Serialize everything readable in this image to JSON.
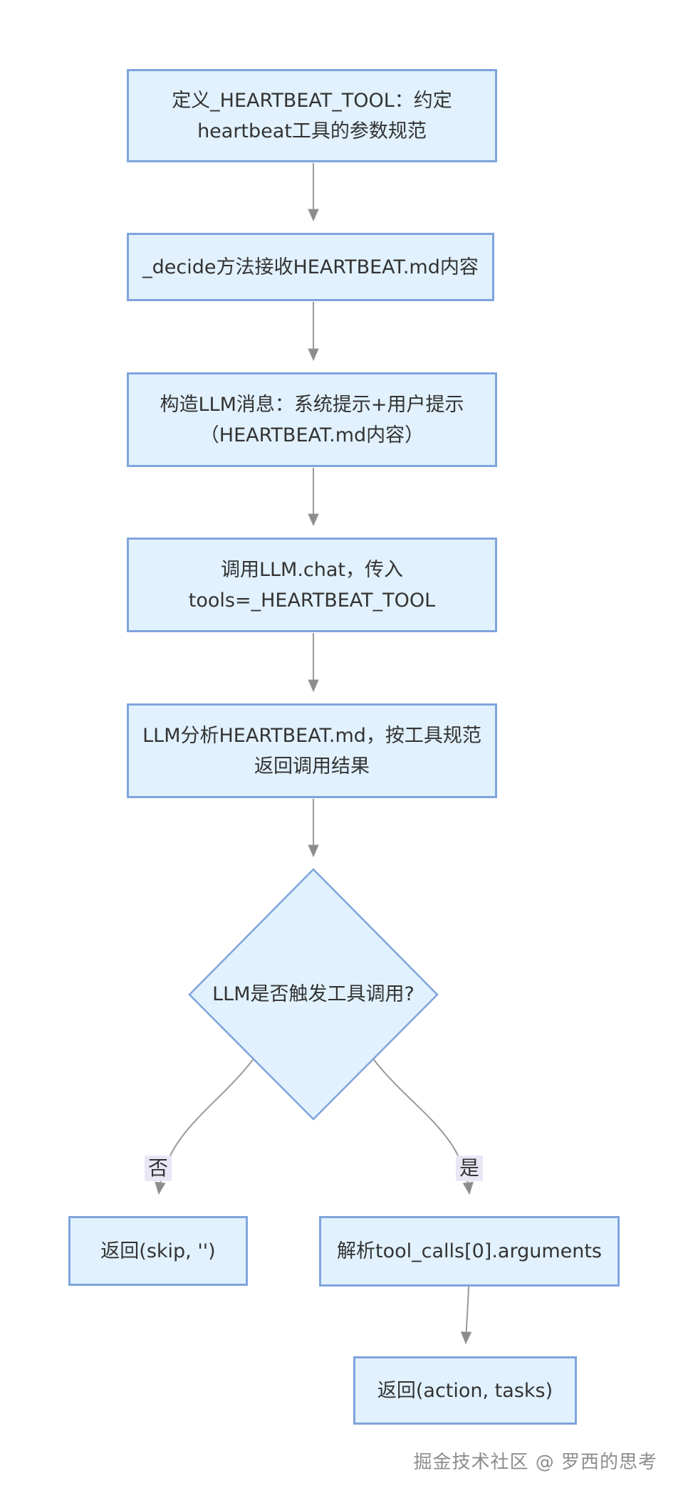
{
  "flowchart": {
    "nodes": [
      {
        "id": "define_tool",
        "type": "rect",
        "label": "定义_HEARTBEAT_TOOL：约定\nheartbeat工具的参数规范"
      },
      {
        "id": "decide",
        "type": "rect",
        "label": "_decide方法接收HEARTBEAT.md内容"
      },
      {
        "id": "build_msg",
        "type": "rect",
        "label": "构造LLM消息：系统提示+用户提示\n（HEARTBEAT.md内容）"
      },
      {
        "id": "call_llm",
        "type": "rect",
        "label": "调用LLM.chat，传入\ntools=_HEARTBEAT_TOOL"
      },
      {
        "id": "llm_analyze",
        "type": "rect",
        "label": "LLM分析HEARTBEAT.md，按工具规范\n返回调用结果"
      },
      {
        "id": "decision",
        "type": "diamond",
        "label": "LLM是否触发工具调用?"
      },
      {
        "id": "return_skip",
        "type": "rect",
        "label": "返回(skip, '')"
      },
      {
        "id": "parse_args",
        "type": "rect",
        "label": "解析tool_calls[0].arguments"
      },
      {
        "id": "return_action",
        "type": "rect",
        "label": "返回(action, tasks)"
      }
    ],
    "edges": [
      {
        "from": "define_tool",
        "to": "decide",
        "label": ""
      },
      {
        "from": "decide",
        "to": "build_msg",
        "label": ""
      },
      {
        "from": "build_msg",
        "to": "call_llm",
        "label": ""
      },
      {
        "from": "call_llm",
        "to": "llm_analyze",
        "label": ""
      },
      {
        "from": "llm_analyze",
        "to": "decision",
        "label": ""
      },
      {
        "from": "decision",
        "to": "return_skip",
        "label": "否"
      },
      {
        "from": "decision",
        "to": "parse_args",
        "label": "是"
      },
      {
        "from": "parse_args",
        "to": "return_action",
        "label": ""
      }
    ],
    "colors": {
      "node_fill": "#e1f1fd",
      "node_border": "#7fa4dc",
      "edge": "#999999",
      "arrow": "#8c8c8c",
      "text": "#333333",
      "label_bg": "#eae6f6"
    }
  },
  "watermark": {
    "text": "掘金技术社区 @ 罗西的思考"
  }
}
